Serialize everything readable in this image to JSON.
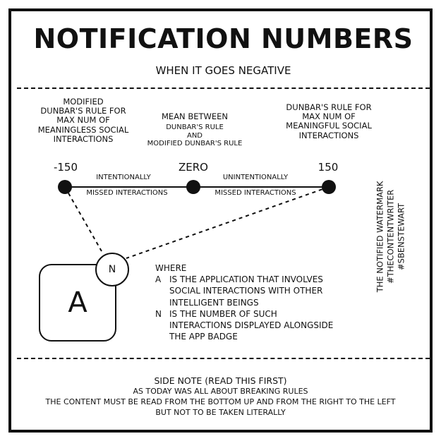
{
  "title": "NOTIFICATION NUMBERS",
  "subtitle": "WHEN IT GOES NEGATIVE",
  "scale": {
    "left": {
      "value": "-150",
      "caption": "MODIFIED\nDUNBAR'S RULE FOR\nMAX NUM OF\nMEANINGLESS SOCIAL\nINTERACTIONS"
    },
    "middle": {
      "value": "ZERO",
      "caption_main": "MEAN BETWEEN",
      "caption_sub": "DUNBAR'S RULE\nAND\nMODIFIED DUNBAR'S RULE"
    },
    "right": {
      "value": "150",
      "caption": "DUNBAR'S RULE FOR\nMAX NUM OF\nMEANINGFUL SOCIAL\nINTERACTIONS"
    },
    "left_segment": {
      "top": "INTENTIONALLY",
      "bottom": "MISSED INTERACTIONS"
    },
    "right_segment": {
      "top": "UNINTENTIONALLY",
      "bottom": "MISSED INTERACTIONS"
    }
  },
  "badge": {
    "app_letter": "A",
    "count_letter": "N"
  },
  "legend": {
    "heading": "WHERE",
    "items": [
      {
        "key": "A",
        "text": "IS THE APPLICATION THAT INVOLVES SOCIAL INTERACTIONS WITH OTHER INTELLIGENT BEINGS"
      },
      {
        "key": "N",
        "text": "IS THE NUMBER OF SUCH INTERACTIONS DISPLAYED ALONGSIDE THE APP BADGE"
      }
    ]
  },
  "watermark": {
    "line1": "THE NOTIFIED WATERMARK",
    "line2": "#THECONTENTWRITER #SBENSTEWART"
  },
  "footer": {
    "heading": "SIDE NOTE (READ THIS FIRST)",
    "lines": [
      "AS TODAY WAS ALL ABOUT BREAKING RULES",
      "THE CONTENT MUST BE READ FROM THE BOTTOM UP AND FROM THE RIGHT TO THE LEFT",
      "BUT NOT TO BE TAKEN LITERALLY"
    ]
  }
}
